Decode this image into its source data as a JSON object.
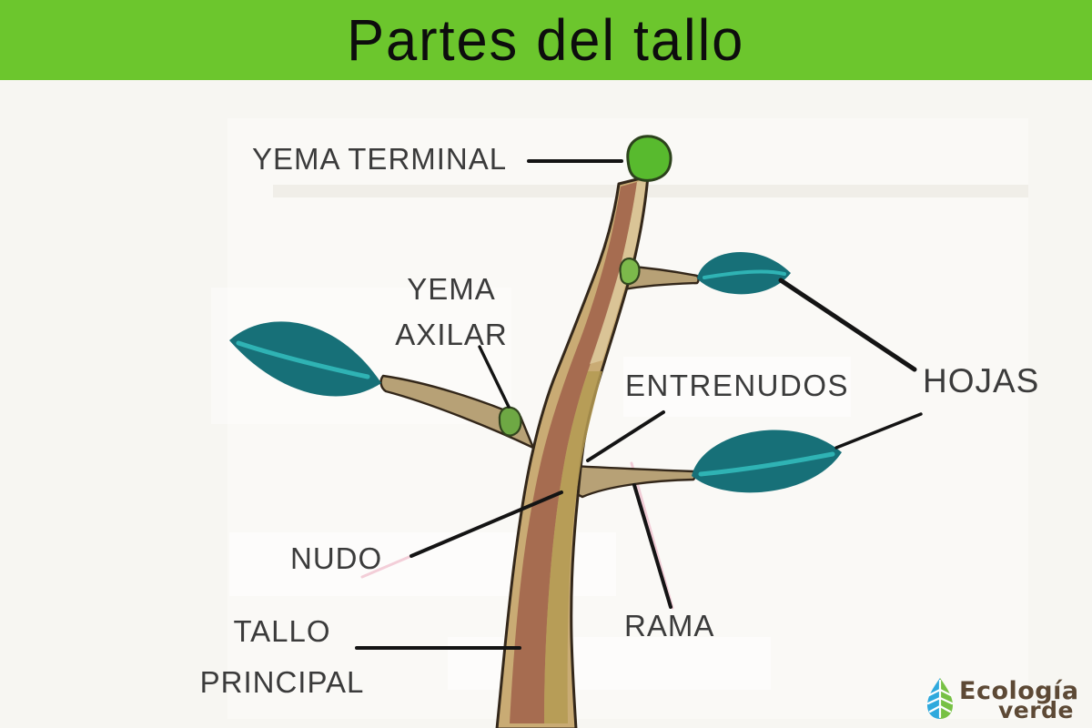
{
  "header": {
    "title": "Partes del tallo",
    "bg_color": "#6cc62d",
    "text_color": "#0d0d0d"
  },
  "labels": {
    "yema_terminal": {
      "text": "YEMA TERMINAL"
    },
    "yema_axilar": {
      "line1": "YEMA",
      "line2": "AXILAR"
    },
    "entrenudos": {
      "text": "ENTRENUDOS"
    },
    "hojas": {
      "text": "HOJAS"
    },
    "nudo": {
      "text": "NUDO"
    },
    "tallo_principal": {
      "line1": "TALLO",
      "line2": "PRINCIPAL"
    },
    "rama": {
      "text": "RAMA"
    }
  },
  "logo": {
    "brand_line1": "Ecología",
    "brand_line2": "verde",
    "text_color": "#5d4935",
    "leaf_left_color": "#2fa9dd",
    "leaf_right_color": "#77c144"
  },
  "diagram": {
    "colors": {
      "background": "#f7f6f2",
      "label_text": "#3b3b3b",
      "pointer_line": "#141414",
      "leaf_body": "#177078",
      "leaf_midrib": "#2fb3b4",
      "stem_fill": "#c9ab74",
      "stem_shade_red": "#a2654c",
      "stem_shade_olive": "#b49a52",
      "stem_highlight": "#dcc69a",
      "stem_outline": "#33271a",
      "branch_fill": "#b7a176",
      "terminal_bud_fill": "#58ba2e",
      "axillary_bud_fill": "#7cb94b"
    }
  }
}
